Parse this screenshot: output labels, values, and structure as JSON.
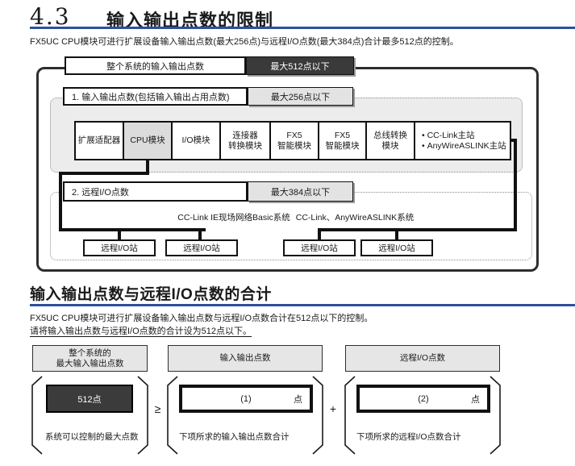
{
  "accent_color": "#2e4f9e",
  "header": {
    "section_number": "4.3",
    "section_title": "输入输出点数的限制",
    "intro": "FX5UC CPU模块可进行扩展设备输入输出点数(最大256点)与远程I/O点数(最大384点)合计最多512点的控制。"
  },
  "diagram": {
    "system_total": {
      "label": "整个系统的输入输出点数",
      "value": "最大512点以下"
    },
    "section1": {
      "label": "1.  输入输出点数(包括输入输出占用点数)",
      "value": "最大256点以下",
      "modules": [
        {
          "label": "扩展适配器"
        },
        {
          "label": "CPU模块"
        },
        {
          "label": "I/O模块"
        },
        {
          "label": "连接器\n转换模块"
        },
        {
          "label": "FX5\n智能模块"
        },
        {
          "label": "FX5\n智能模块"
        },
        {
          "label": "总线转换\n模块"
        },
        {
          "label": "• CC-Link主站\n• AnyWireASLINK主站"
        }
      ]
    },
    "section2": {
      "label": "2.  远程I/O点数",
      "value": "最大384点以下",
      "networks": [
        {
          "name": "CC-Link IE现场网络Basic系统",
          "stations": [
            "远程I/O站",
            "远程I/O站"
          ]
        },
        {
          "name": "CC-Link、AnyWireASLINK系统",
          "stations": [
            "远程I/O站",
            "远程I/O站"
          ]
        }
      ]
    }
  },
  "summary": {
    "heading": "输入输出点数与远程I/O点数的合计",
    "para1": "FX5UC CPU模块可进行扩展设备输入输出点数与远程I/O点数合计在512点以下的控制。",
    "para2": "请将输入输出点数与远程I/O点数的合计设为512点以下。",
    "operator_ge": "≥",
    "operator_plus": "+",
    "columns": [
      {
        "header": "整个系统的\n最大输入输出点数",
        "value": "512点",
        "caption": "系统可以控制的最大点数"
      },
      {
        "header": "输入输出点数",
        "value_label": "(1)",
        "unit": "点",
        "caption": "下项所求的输入输出点数合计"
      },
      {
        "header": "远程I/O点数",
        "value_label": "(2)",
        "unit": "点",
        "caption": "下项所求的远程I/O点数合计"
      }
    ]
  }
}
